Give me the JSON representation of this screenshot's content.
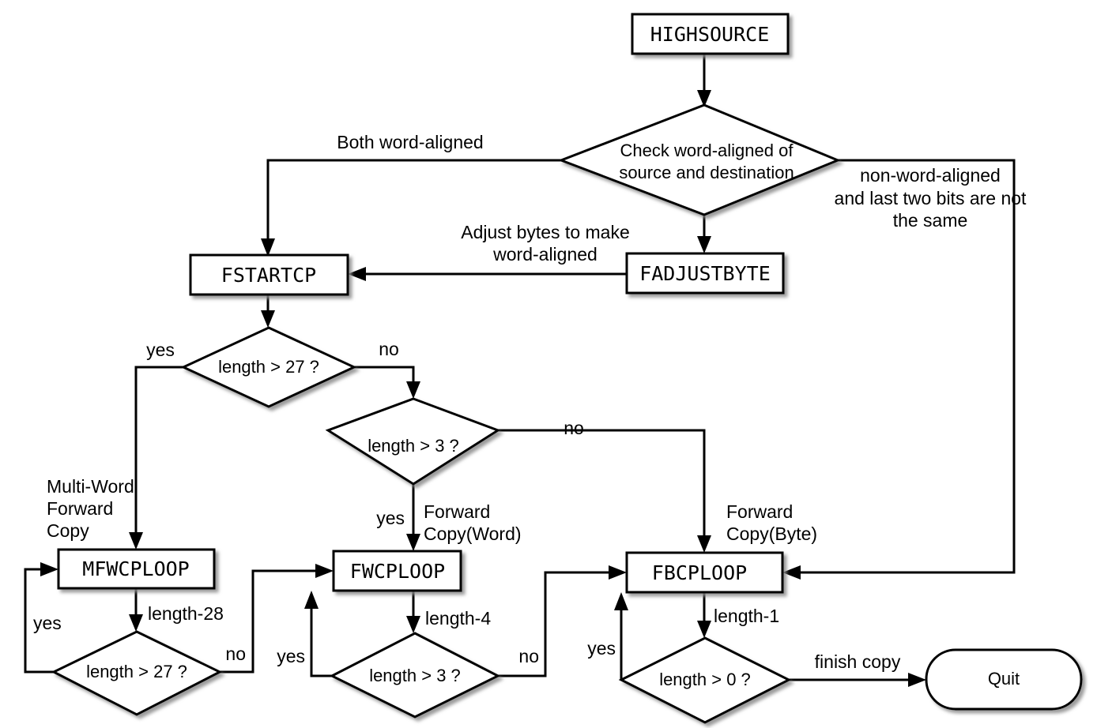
{
  "diagram": {
    "title": "ARM memcpy forward-copy flowchart",
    "background": "#ffffff",
    "stroke_color": "#000000",
    "node_fill": "#ffffff"
  },
  "nodes": {
    "highsource": {
      "label": "HIGHSOURCE",
      "shape": "process"
    },
    "check_align": {
      "label_line1": "Check word-aligned of",
      "label_line2": "source and destination",
      "shape": "decision"
    },
    "fadjustbyte": {
      "label": "FADJUSTBYTE",
      "shape": "process"
    },
    "fstartcp": {
      "label": "FSTARTCP",
      "shape": "process"
    },
    "d_len27_top": {
      "label": "length > 27 ?",
      "shape": "decision"
    },
    "d_len3_top": {
      "label": "length > 3 ?",
      "shape": "decision"
    },
    "mfwcploop": {
      "label": "MFWCPLOOP",
      "shape": "process"
    },
    "fwcploop": {
      "label": "FWCPLOOP",
      "shape": "process"
    },
    "fbcploop": {
      "label": "FBCPLOOP",
      "shape": "process"
    },
    "d_len27_bot": {
      "label": "length > 27 ?",
      "shape": "decision"
    },
    "d_len3_bot": {
      "label": "length > 3 ?",
      "shape": "decision"
    },
    "d_len0_bot": {
      "label": "length > 0 ?",
      "shape": "decision"
    },
    "quit": {
      "label": "Quit",
      "shape": "terminal"
    }
  },
  "edge_labels": {
    "both_word_aligned": "Both word-aligned",
    "non_word_aligned_l1": "non-word-aligned",
    "non_word_aligned_l2": "and last two bits are not",
    "non_word_aligned_l3": "the same",
    "adjust_bytes_l1": "Adjust bytes to make",
    "adjust_bytes_l2": "word-aligned",
    "yes_top27": "yes",
    "no_top27": "no",
    "no_top3": "no",
    "yes_top3": "yes",
    "multiword_l1": "Multi-Word",
    "multiword_l2": "Forward",
    "multiword_l3": "Copy",
    "fwd_word_l1": "Forward",
    "fwd_word_l2": "Copy(Word)",
    "fwd_byte_l1": "Forward",
    "fwd_byte_l2": "Copy(Byte)",
    "length_minus_28": "length-28",
    "length_minus_4": "length-4",
    "length_minus_1": "length-1",
    "yes_mf": "yes",
    "no_mf": "no",
    "yes_fw": "yes",
    "no_fw": "no",
    "yes_fb": "yes",
    "finish_copy": "finish copy"
  }
}
